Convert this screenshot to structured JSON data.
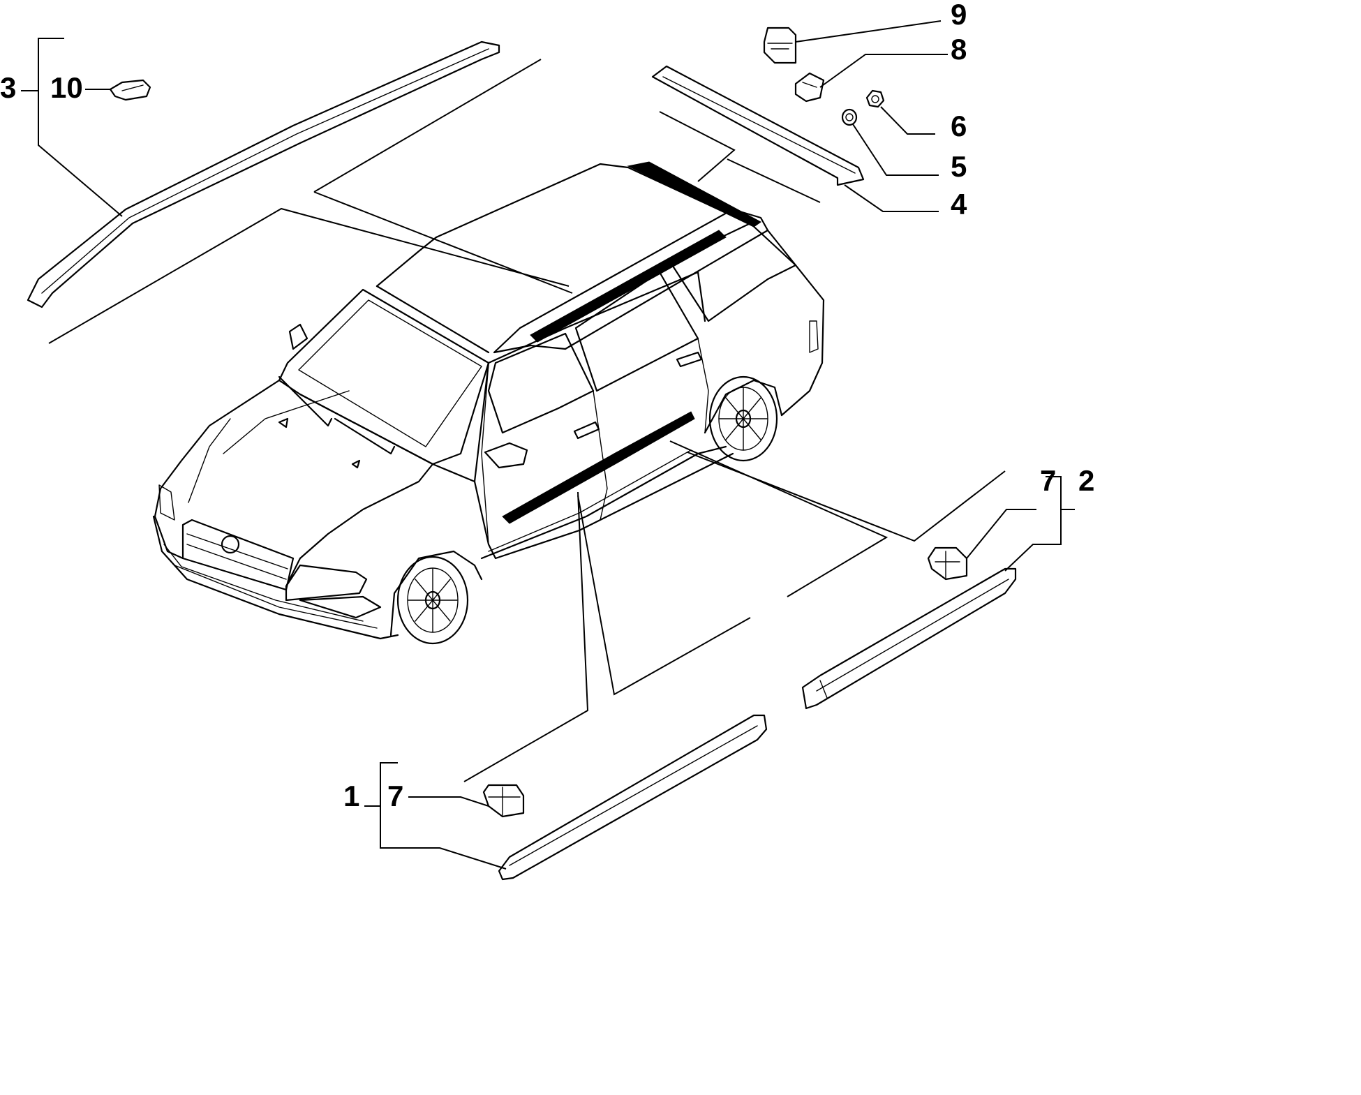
{
  "callouts": {
    "c1": "1",
    "c2": "2",
    "c3": "3",
    "c4": "4",
    "c5": "5",
    "c6": "6",
    "c7_bottom": "7",
    "c7_right": "7",
    "c8": "8",
    "c9": "9",
    "c10": "10"
  }
}
